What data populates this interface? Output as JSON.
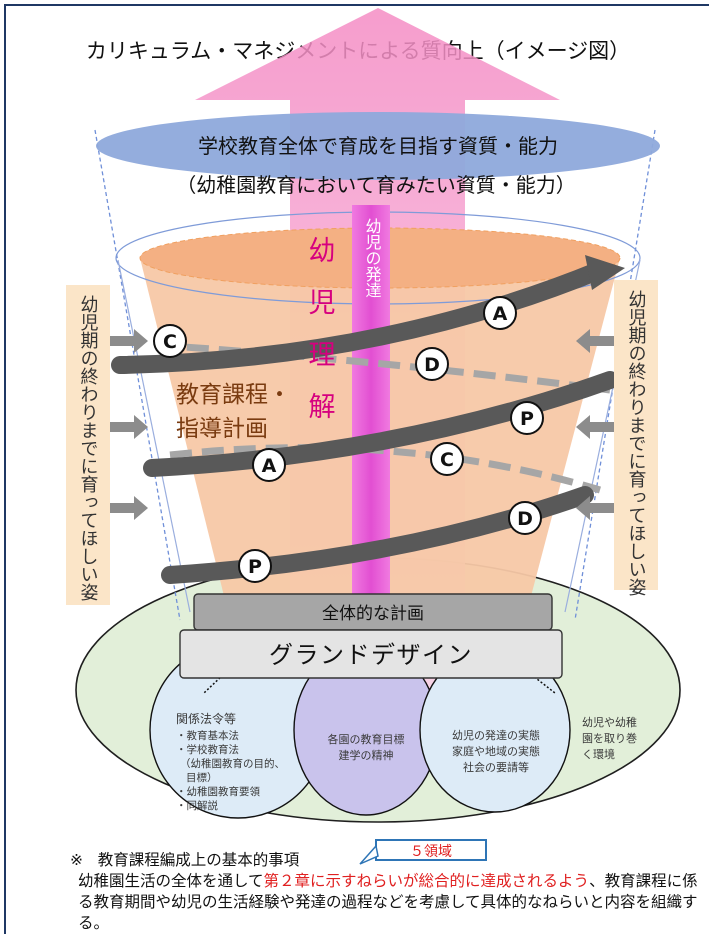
{
  "title": "カリキュラム・マネジメントによる質向上（イメージ図）",
  "top_ellipse_label": "学校教育全体で育成を目指す資質・能力",
  "top_subtitle": "（幼稚園教育において育みたい資質・能力）",
  "center_label": "幼児理解",
  "center_chars": [
    "幼",
    "児",
    "理",
    "解"
  ],
  "development_label": "幼児の発達",
  "curriculum_label_line1": "教育課程・",
  "curriculum_label_line2": "指導計画",
  "side_label": "幼児期の終わりまでに育ってほしい姿",
  "pdca_markers": [
    "A",
    "C",
    "D",
    "P",
    "A",
    "C",
    "D",
    "P"
  ],
  "overall_plan": "全体的な計画",
  "grand_design": "グランドデザイン",
  "foundation": {
    "law": {
      "title": "関係法令等",
      "items": [
        "・教育基本法",
        "・学校教育法",
        "（幼稚園教育の目的、",
        "目標）",
        "・幼稚園教育要領",
        "・同解説"
      ]
    },
    "school_goals": [
      "各園の教育目標",
      "建学の精神"
    ],
    "child_realities": [
      "幼児の発達の実態",
      "家庭や地域の実態",
      "社会の要請等"
    ],
    "environment": [
      "幼児や幼稚",
      "園を取り巻",
      "く環境"
    ]
  },
  "note": {
    "mark": "※",
    "heading": "教育課程編成上の基本的事項",
    "callout": "５領域",
    "body_start": "幼稚園生活の全体を通して",
    "body_red": "第２章に示すねらいが総合的に達成されるよう",
    "body_end": "、教育課程に係る教育期間や幼児の生活経験や発達の過程などを考慮して具体的なねらいと内容を組織する。"
  },
  "colors": {
    "cone_fill": "#f7c8a6",
    "top_ellipse": "#8ea9db",
    "pink_arrow": "#f4a6cf",
    "magenta_column": "#e85ad6",
    "spiral": "#595959",
    "foundation_ellipse": "#e2efd9",
    "side_box": "#fbe5c8",
    "callout_border": "#2e75b6"
  }
}
